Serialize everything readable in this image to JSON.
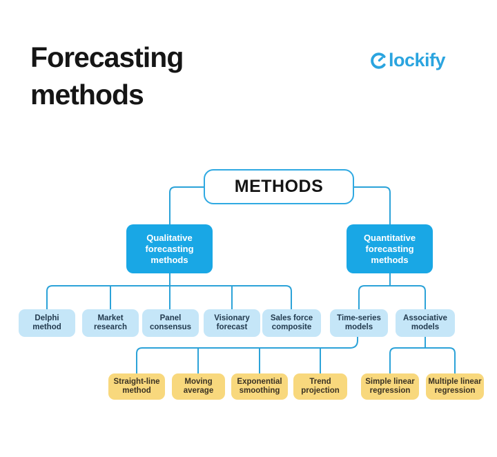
{
  "header": {
    "title": "Forecasting\nmethods",
    "brand": "Clockify",
    "brand_rest": "lockify"
  },
  "tree": {
    "root": "METHODS",
    "parents": [
      {
        "label": "Qualitative\nforecasting\nmethods"
      },
      {
        "label": "Quantitative\nforecasting\nmethods"
      }
    ],
    "qualitative_children": [
      {
        "label": "Delphi\nmethod"
      },
      {
        "label": "Market\nresearch"
      },
      {
        "label": "Panel\nconsensus"
      },
      {
        "label": "Visionary\nforecast"
      },
      {
        "label": "Sales force\ncomposite"
      }
    ],
    "quantitative_children": [
      {
        "label": "Time-series\nmodels"
      },
      {
        "label": "Associative\nmodels"
      }
    ],
    "time_series_children": [
      {
        "label": "Straight-line\nmethod"
      },
      {
        "label": "Moving\naverage"
      },
      {
        "label": "Exponential\nsmoothing"
      },
      {
        "label": "Trend\nprojection"
      }
    ],
    "associative_children": [
      {
        "label": "Simple linear\nregression"
      },
      {
        "label": "Multiple linear\nregression"
      }
    ]
  },
  "colors": {
    "accent_blue": "#19A7E5",
    "light_blue": "#C5E6F8",
    "yellow": "#F8D87D",
    "connector_blue": "#2BA2D8",
    "brand_blue": "#2AA4DF",
    "title_black": "#151515"
  }
}
